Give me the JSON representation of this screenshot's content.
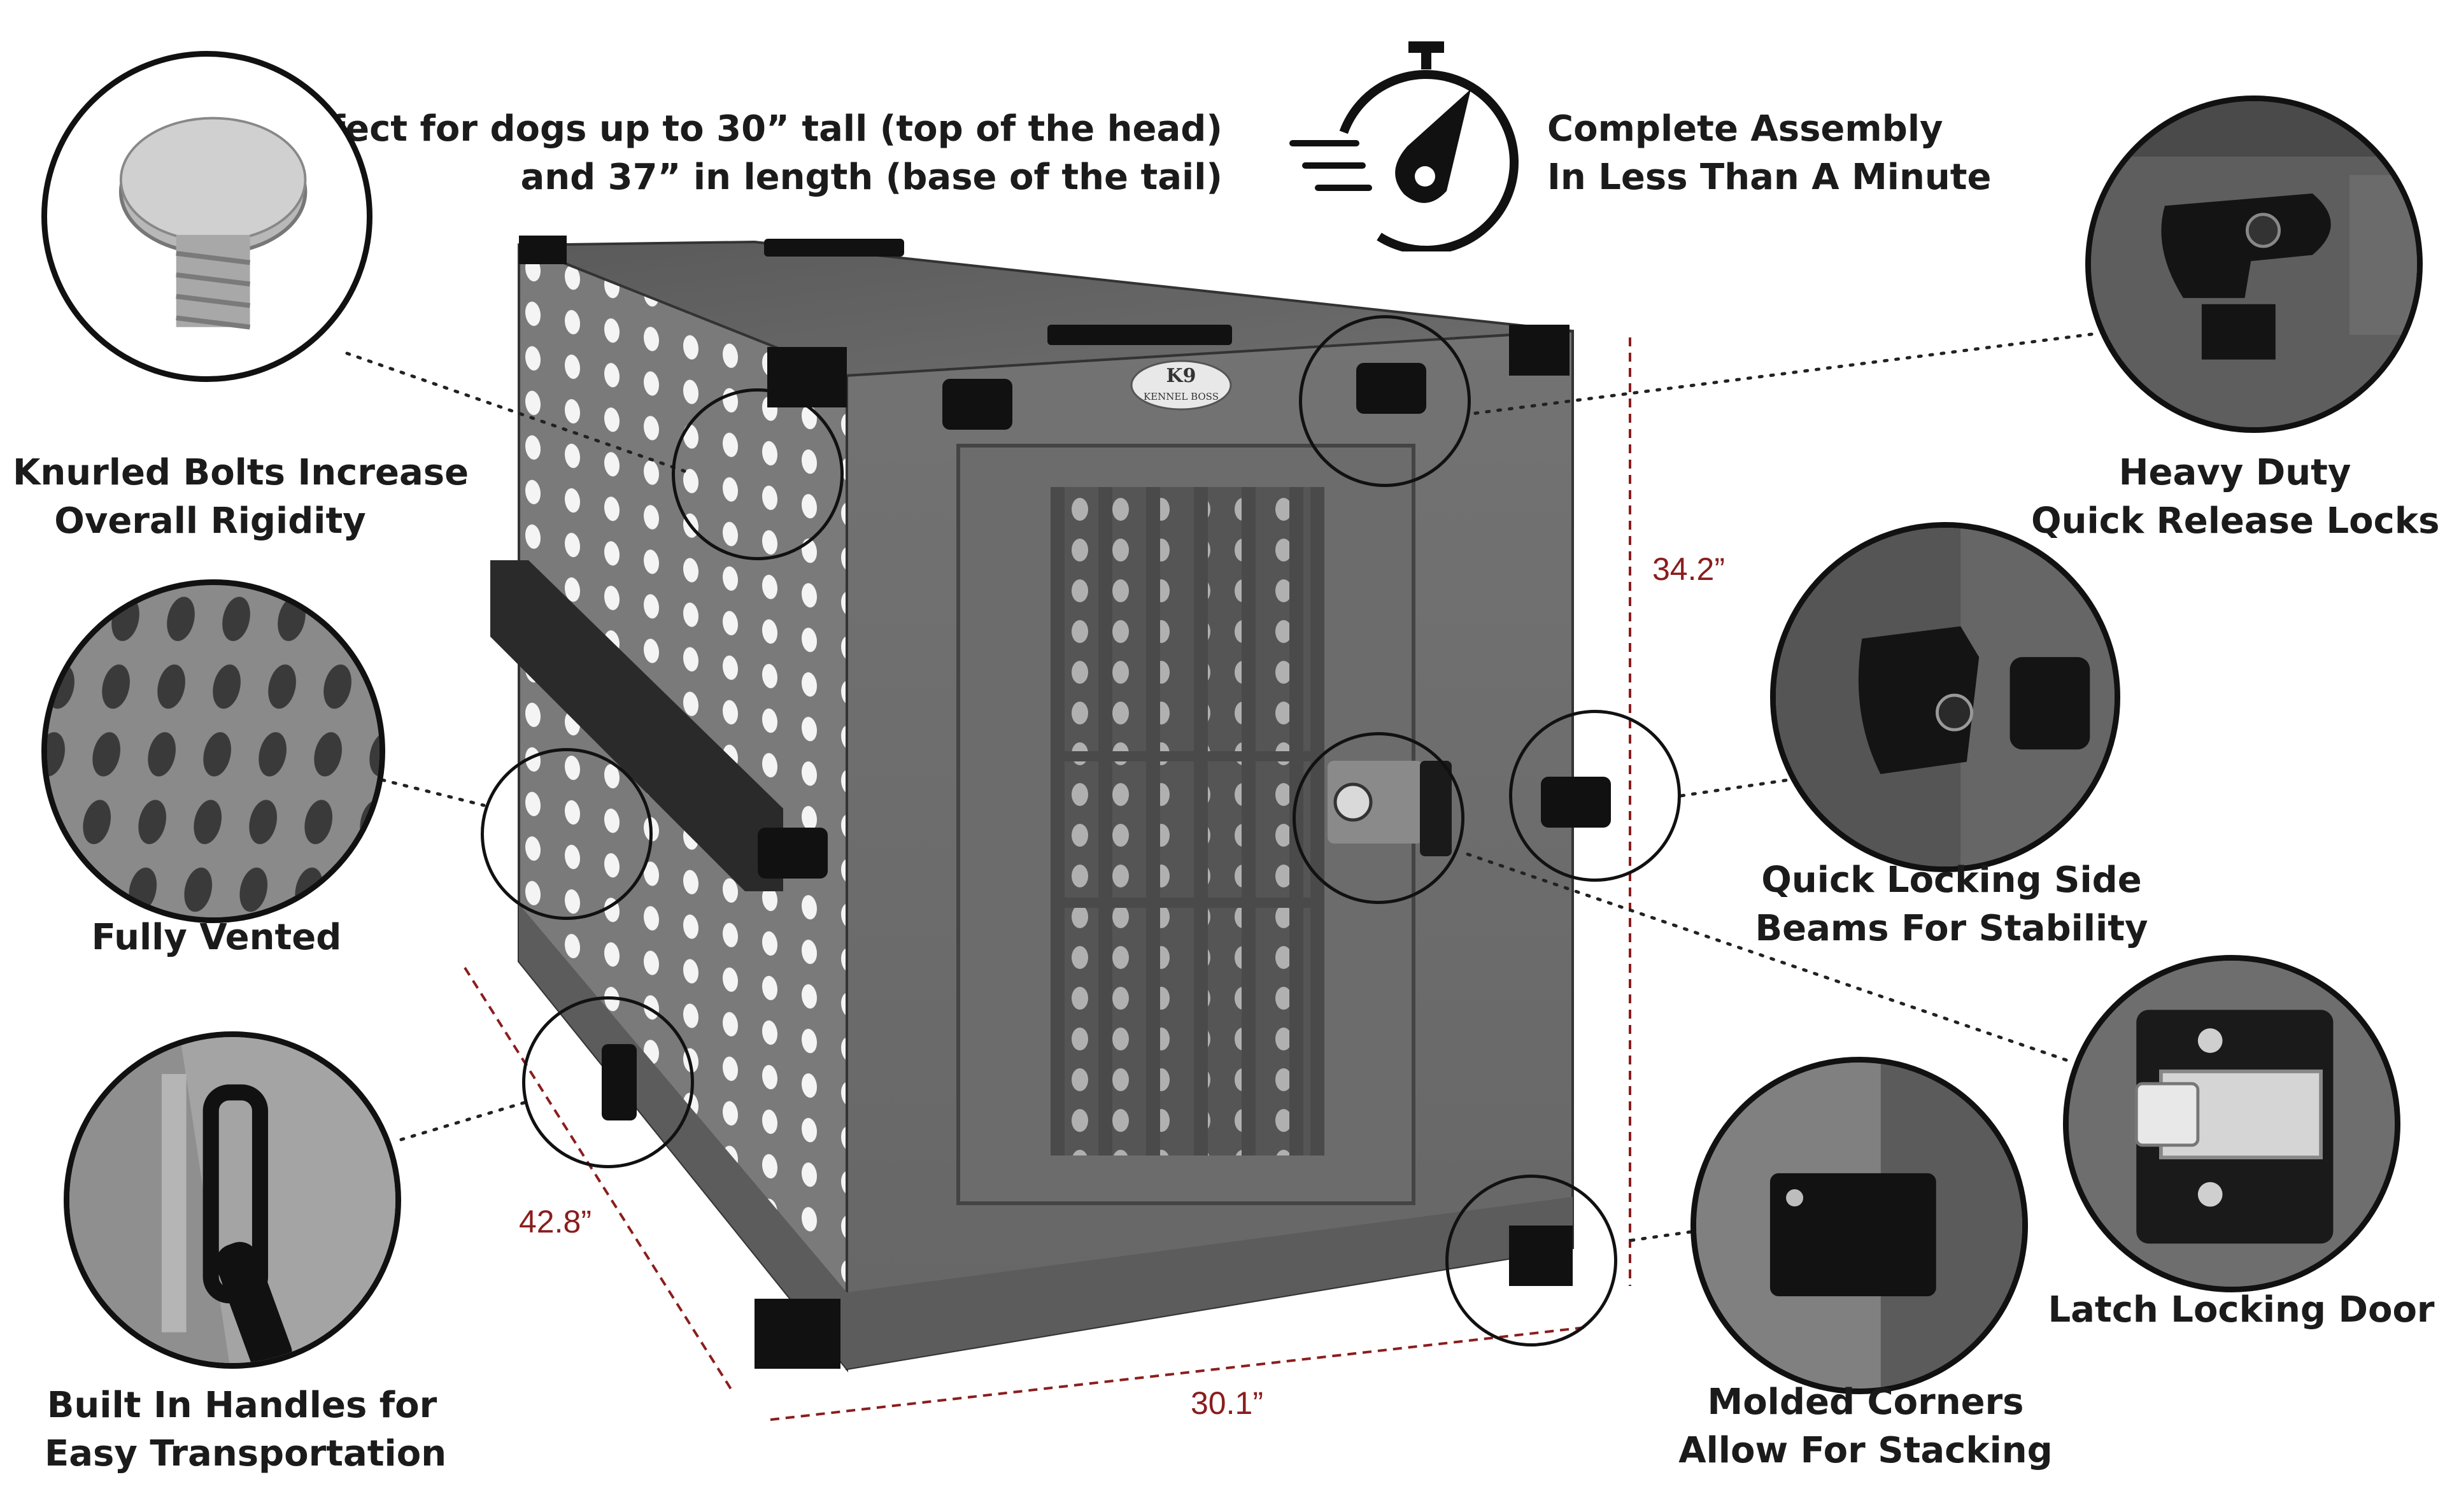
{
  "header": {
    "dimensions_line1": "Perfect for dogs up to 30” tall (top of the head)",
    "dimensions_line2": "and  37” in length (base of the tail)",
    "assembly_line1": "Complete Assembly",
    "assembly_line2": "In Less Than A Minute",
    "icon": "stopwatch-icon"
  },
  "brand_badge": {
    "line1": "K9",
    "line2": "KENNEL BOSS"
  },
  "features": {
    "knurled_bolts": {
      "line1": "Knurled Bolts Increase",
      "line2": "Overall Rigidity"
    },
    "fully_vented": {
      "line1": "Fully Vented"
    },
    "handles": {
      "line1": "Built In Handles for",
      "line2": "Easy Transportation"
    },
    "locks": {
      "line1": "Heavy Duty",
      "line2": "Quick Release Locks"
    },
    "side_beams": {
      "line1": "Quick Locking Side",
      "line2": "Beams For Stability"
    },
    "latch_door": {
      "line1": "Latch Locking Door"
    },
    "molded_corners": {
      "line1": "Molded Corners",
      "line2": "Allow For Stacking"
    }
  },
  "measurements": {
    "height": "34.2”",
    "depth": "42.8”",
    "width": "30.1”"
  },
  "colors": {
    "crate_gray": "#6f6f6f",
    "dimension_red": "#8b1d1d",
    "text": "#1b1b1b"
  }
}
